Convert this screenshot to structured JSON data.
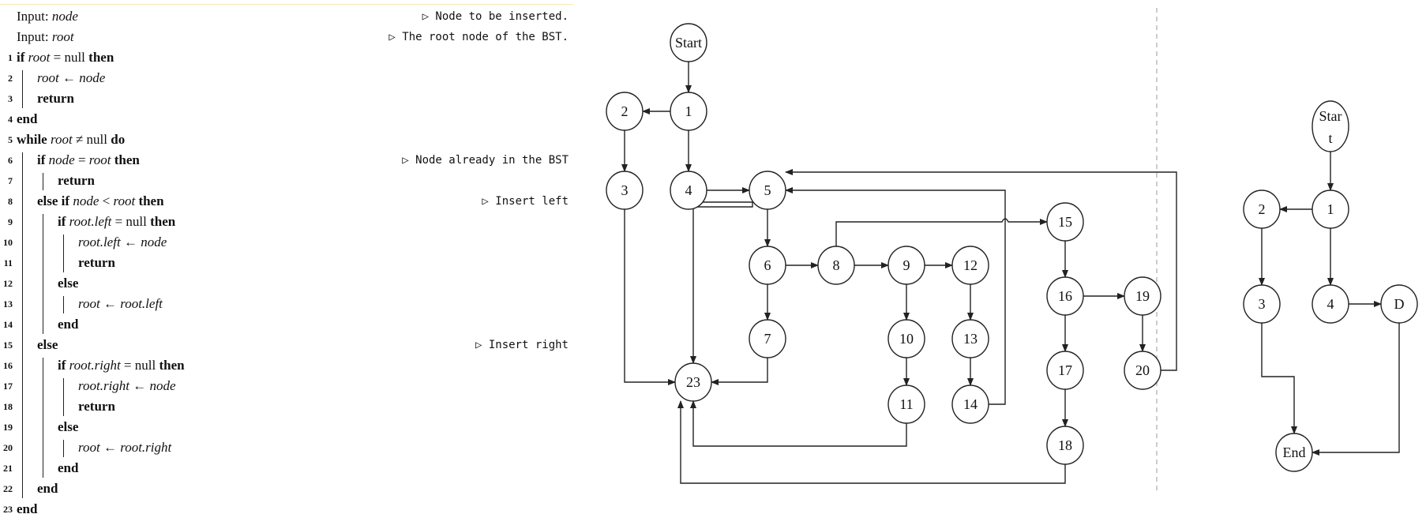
{
  "algorithm": {
    "inputs": [
      {
        "label": "Input:",
        "var": "node",
        "comment": "▷ Node to be inserted."
      },
      {
        "label": "Input:",
        "var": "root",
        "comment": "▷ The root node of the BST."
      }
    ],
    "lines": [
      {
        "n": "1",
        "html": "<b>if</b> <i>root</i> = null <b>then</b>",
        "indent": 0,
        "comment": ""
      },
      {
        "n": "2",
        "html": "<i>root</i> ← <i>node</i>",
        "indent": 1,
        "comment": ""
      },
      {
        "n": "3",
        "html": "<b>return</b>",
        "indent": 1,
        "comment": ""
      },
      {
        "n": "4",
        "html": "<b>end</b>",
        "indent": 0,
        "comment": ""
      },
      {
        "n": "5",
        "html": "<b>while</b> <i>root</i> ≠ null <b>do</b>",
        "indent": 0,
        "comment": ""
      },
      {
        "n": "6",
        "html": "<b>if</b> <i>node</i> = <i>root</i> <b>then</b>",
        "indent": 1,
        "comment": "▷ Node already in the BST"
      },
      {
        "n": "7",
        "html": "<b>return</b>",
        "indent": 2,
        "comment": ""
      },
      {
        "n": "8",
        "html": "<b>else if</b> <i>node</i> &lt; <i>root</i> <b>then</b>",
        "indent": 1,
        "comment": "▷ Insert left"
      },
      {
        "n": "9",
        "html": "<b>if</b> <i>root.left</i> = null <b>then</b>",
        "indent": 2,
        "comment": ""
      },
      {
        "n": "10",
        "html": "<i>root.left</i> ← <i>node</i>",
        "indent": 3,
        "comment": ""
      },
      {
        "n": "11",
        "html": "<b>return</b>",
        "indent": 3,
        "comment": ""
      },
      {
        "n": "12",
        "html": "<b>else</b>",
        "indent": 2,
        "comment": ""
      },
      {
        "n": "13",
        "html": "<i>root</i> ← <i>root.left</i>",
        "indent": 3,
        "comment": ""
      },
      {
        "n": "14",
        "html": "<b>end</b>",
        "indent": 2,
        "comment": ""
      },
      {
        "n": "15",
        "html": "<b>else</b>",
        "indent": 1,
        "comment": "▷ Insert right"
      },
      {
        "n": "16",
        "html": "<b>if</b> <i>root.right</i> = null <b>then</b>",
        "indent": 2,
        "comment": ""
      },
      {
        "n": "17",
        "html": "<i>root.right</i> ← <i>node</i>",
        "indent": 3,
        "comment": ""
      },
      {
        "n": "18",
        "html": "<b>return</b>",
        "indent": 3,
        "comment": ""
      },
      {
        "n": "19",
        "html": "<b>else</b>",
        "indent": 2,
        "comment": ""
      },
      {
        "n": "20",
        "html": "<i>root</i> ← <i>root.right</i>",
        "indent": 3,
        "comment": ""
      },
      {
        "n": "21",
        "html": "<b>end</b>",
        "indent": 2,
        "comment": ""
      },
      {
        "n": "22",
        "html": "<b>end</b>",
        "indent": 1,
        "comment": ""
      },
      {
        "n": "23",
        "html": "<b>end</b>",
        "indent": 0,
        "comment": ""
      }
    ]
  },
  "cfg_full": {
    "nodes": [
      "Start",
      "1",
      "2",
      "3",
      "4",
      "5",
      "6",
      "7",
      "8",
      "9",
      "10",
      "11",
      "12",
      "13",
      "14",
      "15",
      "16",
      "17",
      "18",
      "19",
      "20",
      "23"
    ]
  },
  "cfg_reduced": {
    "nodes": [
      "Star t",
      "1",
      "2",
      "3",
      "4",
      "D",
      "End"
    ]
  }
}
